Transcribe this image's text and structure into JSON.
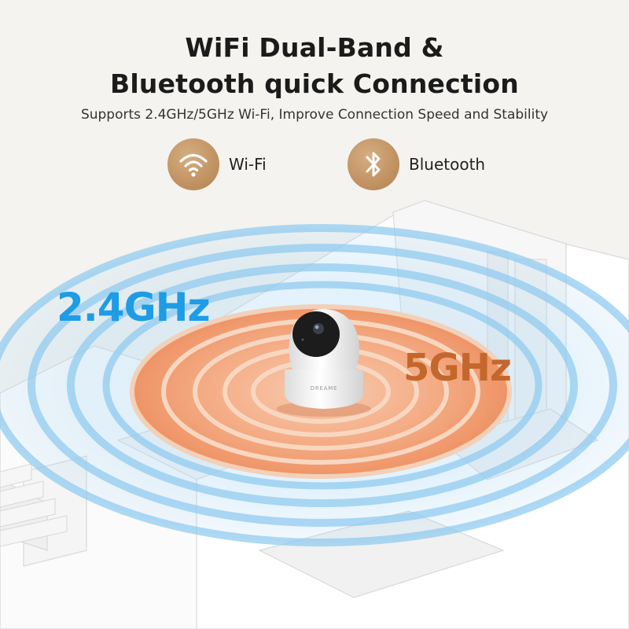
{
  "header": {
    "title_line1": "WiFi Dual-Band &",
    "title_line2": "Bluetooth quick Connection",
    "subtitle": "Supports 2.4GHz/5GHz Wi-Fi, Improve Connection Speed and Stability"
  },
  "features": [
    {
      "label": "Wi-Fi",
      "icon": "wifi-icon"
    },
    {
      "label": "Bluetooth",
      "icon": "bluetooth-icon"
    }
  ],
  "bands": {
    "low": "2.4GHz",
    "high": "5GHz"
  },
  "product": {
    "brand": "DREAME"
  },
  "colors": {
    "accent_gold": "#c49466",
    "band_24": "#1e9ce6",
    "band_5": "#c4672c",
    "background": "#f4f3ef"
  }
}
